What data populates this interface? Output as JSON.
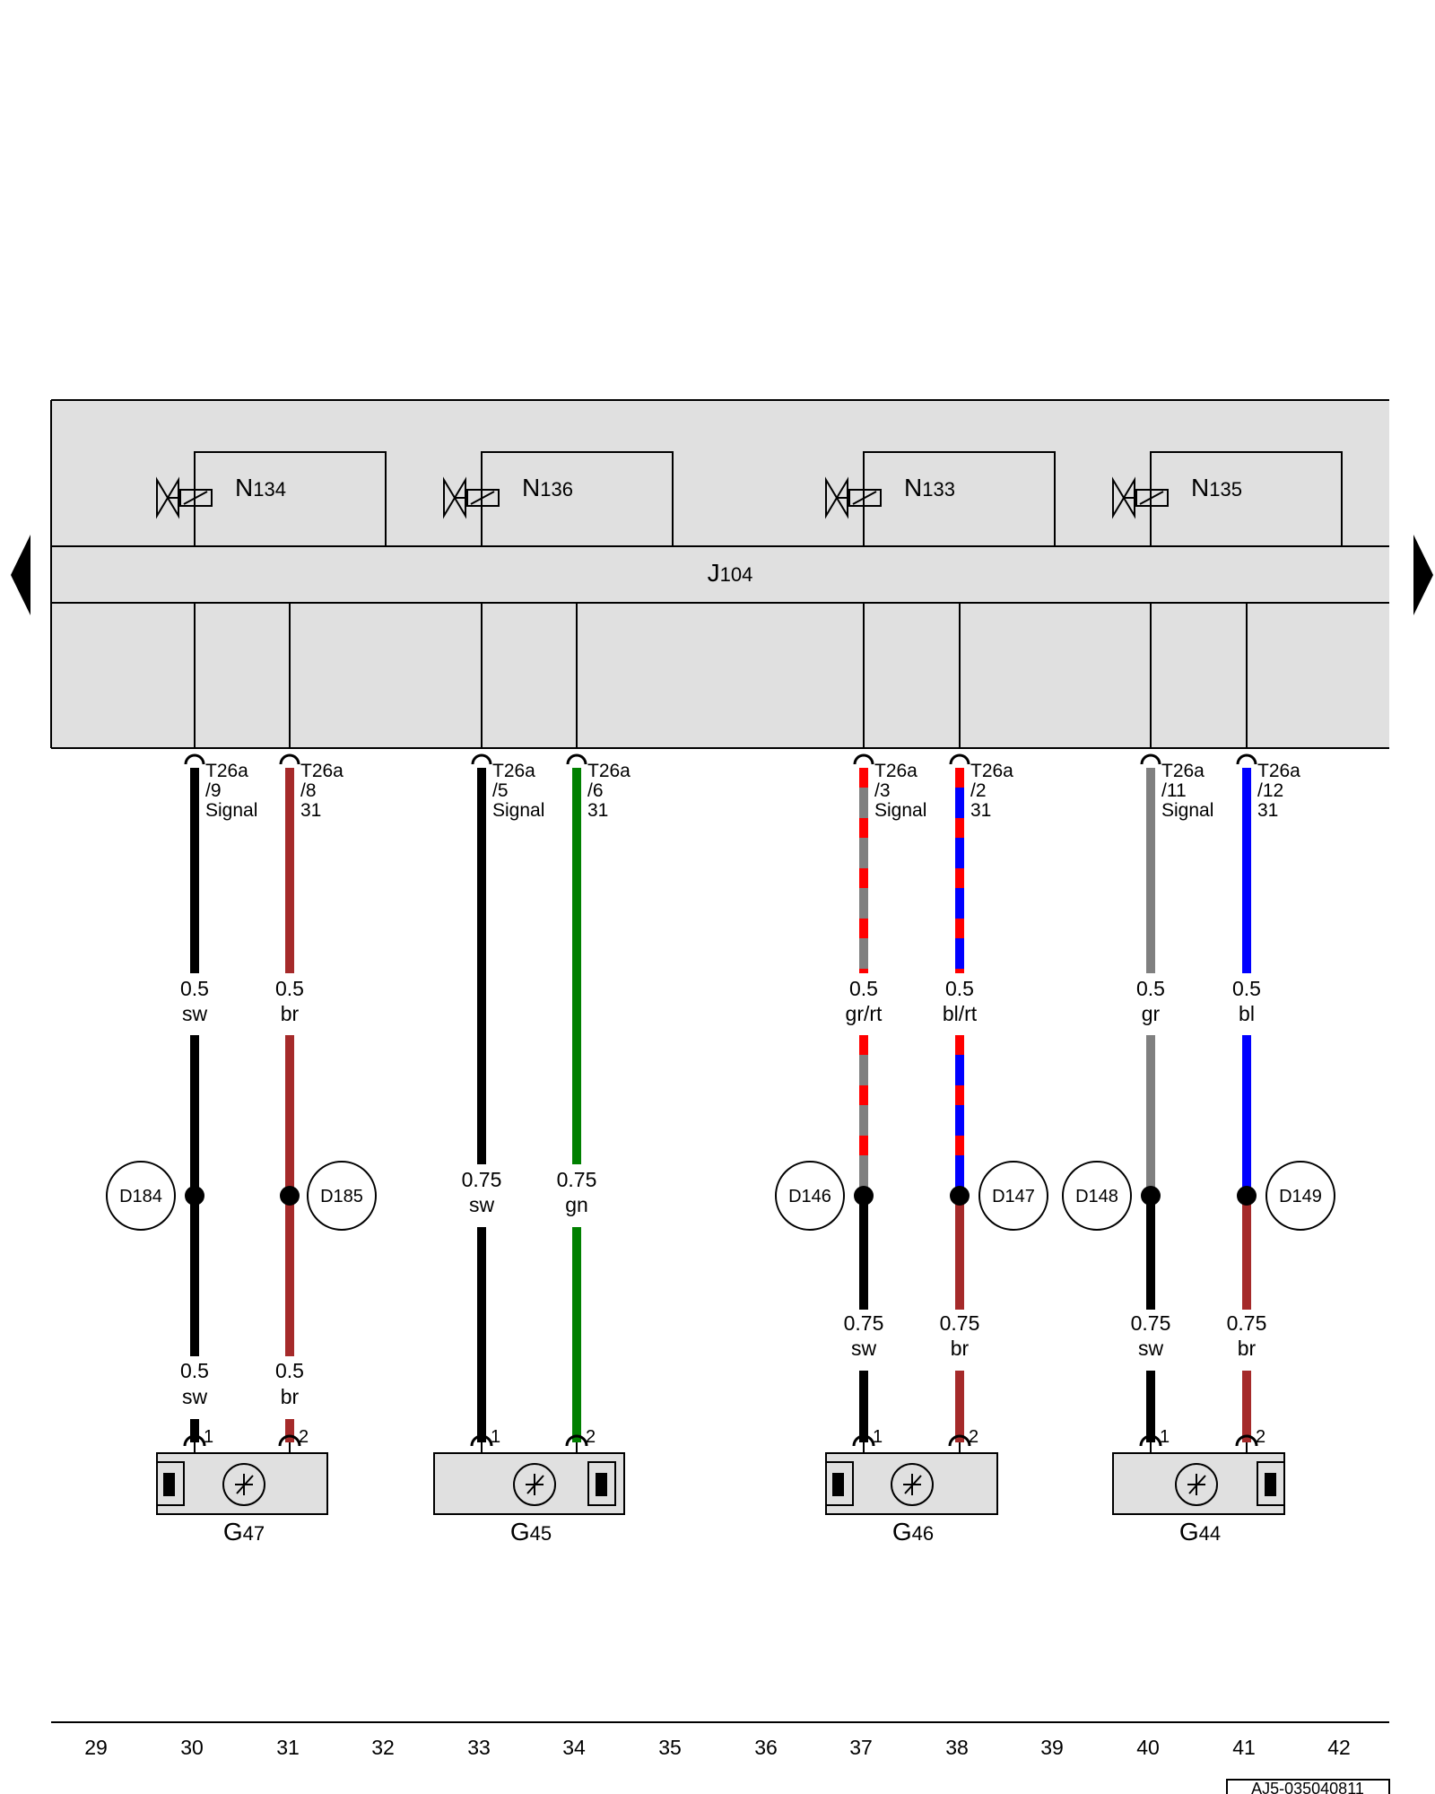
{
  "control_module": {
    "prefix": "J",
    "sub": "104"
  },
  "valves": [
    {
      "prefix": "N",
      "sub": "134"
    },
    {
      "prefix": "N",
      "sub": "136"
    },
    {
      "prefix": "N",
      "sub": "133"
    },
    {
      "prefix": "N",
      "sub": "135"
    }
  ],
  "pins": [
    {
      "line1": "T26a",
      "line2": "/9",
      "line3": "Signal"
    },
    {
      "line1": "T26a",
      "line2": "/8",
      "line3": "31"
    },
    {
      "line1": "T26a",
      "line2": "/5",
      "line3": "Signal"
    },
    {
      "line1": "T26a",
      "line2": "/6",
      "line3": "31"
    },
    {
      "line1": "T26a",
      "line2": "/3",
      "line3": "Signal"
    },
    {
      "line1": "T26a",
      "line2": "/2",
      "line3": "31"
    },
    {
      "line1": "T26a",
      "line2": "/11",
      "line3": "Signal"
    },
    {
      "line1": "T26a",
      "line2": "/12",
      "line3": "31"
    }
  ],
  "wire_labels": [
    {
      "size": "0.5",
      "color": "sw"
    },
    {
      "size": "0.5",
      "color": "br"
    },
    {
      "size": "0.75",
      "color": "sw"
    },
    {
      "size": "0.75",
      "color": "gn"
    },
    {
      "size": "0.5",
      "color": "gr/rt"
    },
    {
      "size": "0.5",
      "color": "bl/rt"
    },
    {
      "size": "0.5",
      "color": "gr"
    },
    {
      "size": "0.5",
      "color": "bl"
    },
    {
      "size": "0.5",
      "color": "sw"
    },
    {
      "size": "0.5",
      "color": "br"
    },
    {
      "size": "0.75",
      "color": "sw"
    },
    {
      "size": "0.75",
      "color": "br"
    },
    {
      "size": "0.75",
      "color": "sw"
    },
    {
      "size": "0.75",
      "color": "br"
    }
  ],
  "connectors": [
    "D184",
    "D185",
    "D146",
    "D147",
    "D148",
    "D149"
  ],
  "sensors": [
    {
      "prefix": "G",
      "sub": "47"
    },
    {
      "prefix": "G",
      "sub": "45"
    },
    {
      "prefix": "G",
      "sub": "46"
    },
    {
      "prefix": "G",
      "sub": "44"
    }
  ],
  "sensor_pins": [
    "1",
    "2"
  ],
  "column_numbers": [
    "29",
    "30",
    "31",
    "32",
    "33",
    "34",
    "35",
    "36",
    "37",
    "38",
    "39",
    "40",
    "41",
    "42"
  ],
  "doc_id": "AJ5-035040811",
  "colors": {
    "sw": "#000000",
    "br": "#a52a2a",
    "gn": "#008000",
    "gr": "#808080",
    "bl": "#0000ff",
    "rt": "#ff0000",
    "module_fill": "#e0e0e0"
  }
}
